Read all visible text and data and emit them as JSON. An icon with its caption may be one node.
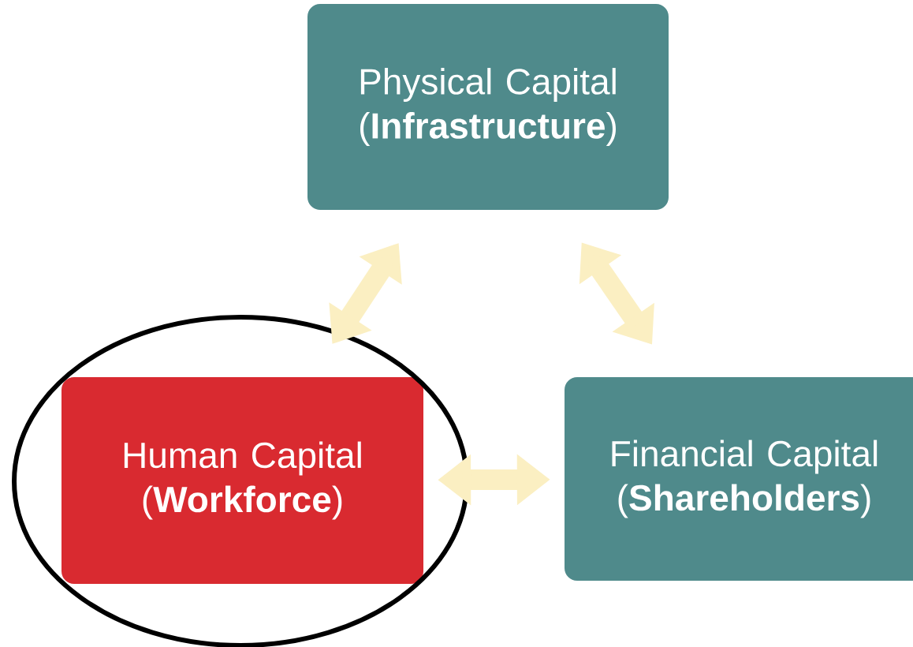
{
  "diagram": {
    "nodes": [
      {
        "text": [
          "Physical Capital (**Infrastructure**)"
        ]
      },
      {
        "text": [
          "Human Capital (**Workforce**)"
        ]
      },
      {
        "text": [
          "Financial Capital (**Shareholders**)"
        ]
      }
    ],
    "edges": [
      {
        "from": 1,
        "to": 0,
        "arrow": "both"
      },
      {
        "from": 0,
        "to": 2,
        "arrow": "both"
      },
      {
        "from": 1,
        "to": 2,
        "arrow": "both"
      }
    ]
  }
}
